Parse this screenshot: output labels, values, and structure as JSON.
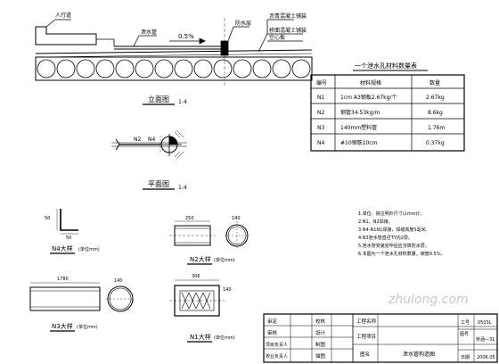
{
  "elevation": {
    "title": "立面图",
    "scale": "1:4",
    "slope": "0.5%",
    "labels": {
      "sidewalk": "人行道",
      "drain_pipe": "泄水管",
      "waterproof": "防水层",
      "deck_concrete": "桥面混凝土铺装",
      "asphalt": "沥青混凝土铺装",
      "beam": "空心板"
    }
  },
  "plan": {
    "title": "平面图",
    "scale": "1:4",
    "n_labels": [
      "N2",
      "N4"
    ]
  },
  "table": {
    "title": "一个泄水孔材料数量表",
    "headers": [
      "编号",
      "材料规格",
      "数量"
    ],
    "rows": [
      [
        "N1",
        "1cm A3钢板2.67kg/个",
        "2.67kg"
      ],
      [
        "N2",
        "钢管34.53kg/m",
        "8.6kg"
      ],
      [
        "N3",
        "140mm塑料管",
        "1.76m"
      ],
      [
        "N4",
        "#10钢筋10cm",
        "0.37kg"
      ]
    ]
  },
  "notes": {
    "lines": [
      "1.单位：除注明外尺寸以mm计。",
      "2.N1、N2焊接。",
      "3.N4-N1N1焊接，焊缝高度5毫米。",
      "4.N3泄水管直径TY内2层。",
      "5.泄水管安装完毕后应浇筑防水层。",
      "6.本图为一个泄水孔材料数量，坡度0.5%。"
    ]
  },
  "details": {
    "n4": {
      "title": "N4大样",
      "sub": "(单位mm)",
      "dims": [
        "50",
        "50"
      ]
    },
    "n2": {
      "title": "N2大样",
      "sub": "(单位mm)",
      "dims": [
        "250",
        "140"
      ]
    },
    "n3": {
      "title": "N3大样",
      "sub": "(单位mm)",
      "dims": [
        "1780",
        "140"
      ]
    },
    "n1": {
      "title": "N1大样",
      "sub": "(单位mm)",
      "dims": [
        "306",
        "140"
      ]
    }
  },
  "title_block": {
    "labels_left": [
      "审定",
      "审核",
      "项目负责人",
      "校业负责人"
    ],
    "labels_mid": [
      "校核",
      "设计",
      "制图",
      "描图"
    ],
    "project_name_label": "工程名称",
    "project_item_label": "工程项目",
    "drawing_name_label": "图名",
    "drawing_name": "泄水管构造图",
    "job_no_label": "工号",
    "job_no": "0503L",
    "category": "桥涵—31",
    "drawing_no_label": "图号",
    "date_label": "日期",
    "date": "2006.05"
  },
  "watermark": "zhulong.com"
}
